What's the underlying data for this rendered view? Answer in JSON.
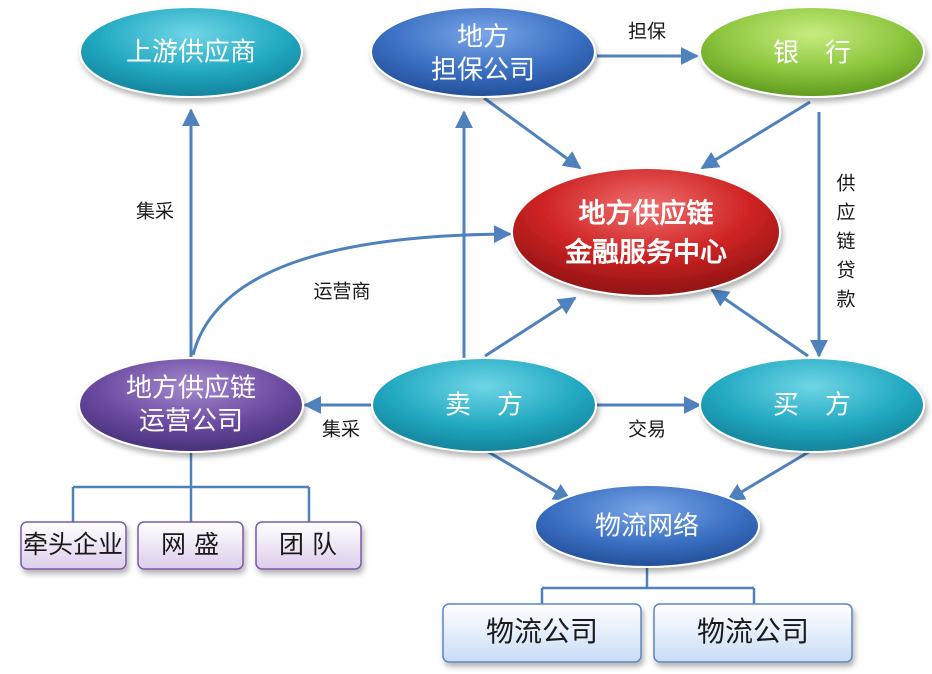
{
  "nodes": {
    "upstream_supplier": "上游供应商",
    "local_guarantee_l1": "地方",
    "local_guarantee_l2": "担保公司",
    "bank": "银　行",
    "center_l1": "地方供应链",
    "center_l2": "金融服务中心",
    "scm_operator_l1": "地方供应链",
    "scm_operator_l2": "运营公司",
    "seller": "卖　方",
    "buyer": "买　方",
    "logistics_network": "物流网络"
  },
  "sub_boxes": {
    "lead_enterprise": "牵头企业",
    "wangsheng": "网 盛",
    "team": "团 队",
    "logistics_company_1": "物流公司",
    "logistics_company_2": "物流公司"
  },
  "edge_labels": {
    "guarantee": "担保",
    "supply_chain_loan": [
      "供",
      "应",
      "链",
      "贷",
      "款"
    ],
    "group_purchase_up": "集采",
    "operator": "运营商",
    "group_purchase_left": "集采",
    "trade": "交易"
  },
  "colors": {
    "edge": "#4f81bd",
    "teal_node": "#2bb3c9",
    "blue_node": "#3d72c4",
    "green_node": "#8cc63f",
    "red_node": "#cc2222",
    "purple_node": "#6b4aa0",
    "box_purple": "#e6dcf0",
    "box_blue": "#dce8f8"
  }
}
